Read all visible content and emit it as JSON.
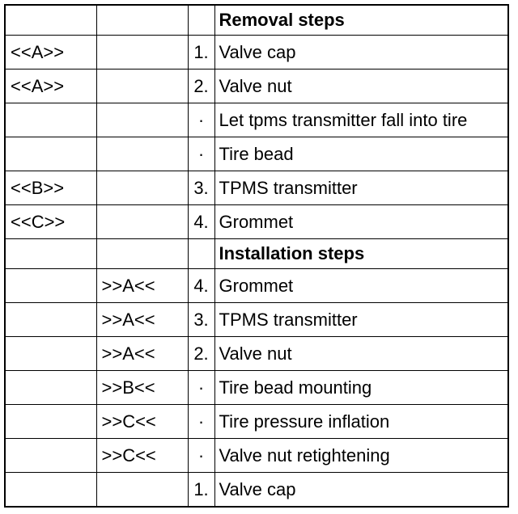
{
  "rows": [
    {
      "removal": "",
      "install": "",
      "num": "",
      "step": "Removal steps",
      "heading": true
    },
    {
      "removal": "<<A>>",
      "install": "",
      "num": "1.",
      "step": "Valve cap"
    },
    {
      "removal": "<<A>>",
      "install": "",
      "num": "2.",
      "step": "Valve nut"
    },
    {
      "removal": "",
      "install": "",
      "num": "·",
      "step": "Let tpms transmitter fall into tire"
    },
    {
      "removal": "",
      "install": "",
      "num": "·",
      "step": "Tire bead"
    },
    {
      "removal": "<<B>>",
      "install": "",
      "num": "3.",
      "step": "TPMS transmitter"
    },
    {
      "removal": "<<C>>",
      "install": "",
      "num": "4.",
      "step": "Grommet"
    },
    {
      "removal": "",
      "install": "",
      "num": "",
      "step": "Installation steps",
      "heading": true
    },
    {
      "removal": "",
      "install": ">>A<<",
      "num": "4.",
      "step": "Grommet"
    },
    {
      "removal": "",
      "install": ">>A<<",
      "num": "3.",
      "step": "TPMS transmitter"
    },
    {
      "removal": "",
      "install": ">>A<<",
      "num": "2.",
      "step": "Valve nut"
    },
    {
      "removal": "",
      "install": ">>B<<",
      "num": "·",
      "step": "Tire bead mounting"
    },
    {
      "removal": "",
      "install": ">>C<<",
      "num": "·",
      "step": "Tire pressure inflation"
    },
    {
      "removal": "",
      "install": ">>C<<",
      "num": "·",
      "step": "Valve nut retightening"
    },
    {
      "removal": "",
      "install": "",
      "num": "1.",
      "step": "Valve cap"
    }
  ]
}
